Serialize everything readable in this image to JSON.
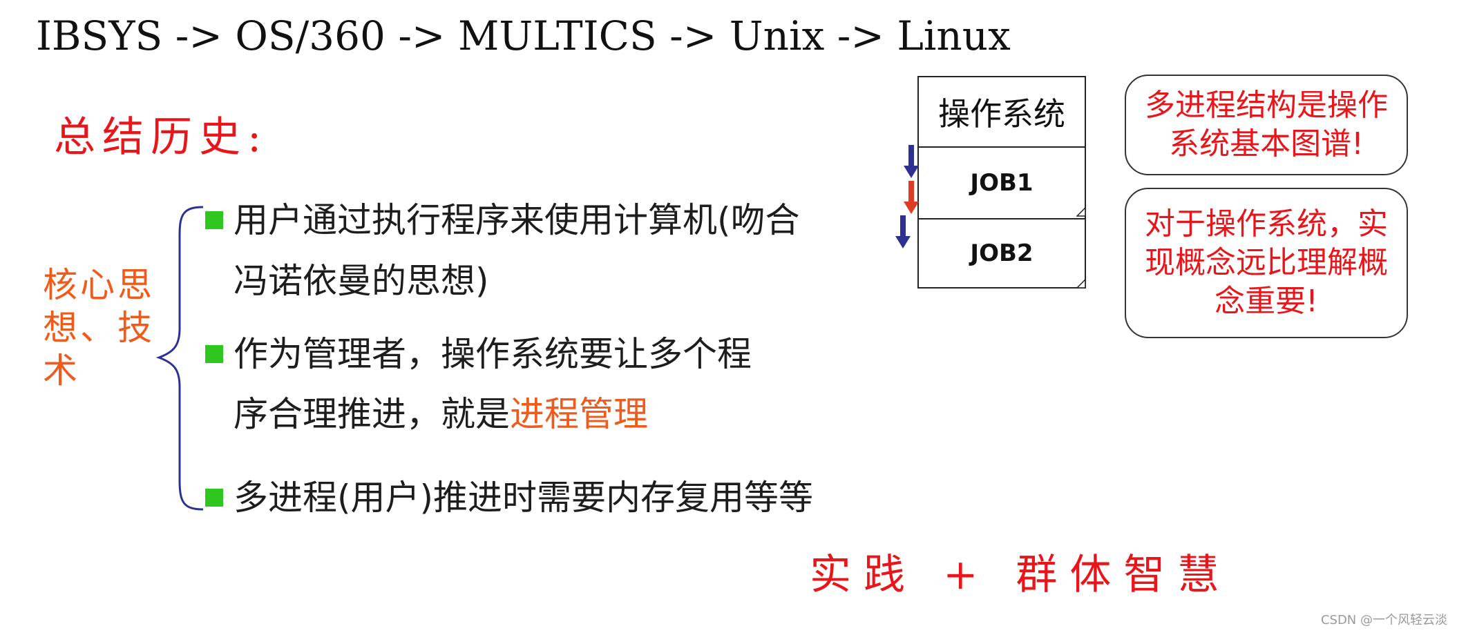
{
  "title": "IBSYS -> OS/360 -> MULTICS -> Unix -> Linux",
  "summary_title": "总结历史:",
  "core": {
    "label": "核心思想、技术"
  },
  "bullets": [
    {
      "line1": "用户通过执行程序来使用计算机(吻合",
      "line2": "冯诺依曼的思想)"
    },
    {
      "line1": "作为管理者，操作系统要让多个程",
      "line2_prefix": "序合理推进，就是",
      "line2_highlight": "进程管理"
    },
    {
      "line1": "多进程(用户)推进时需要内存复用等等"
    }
  ],
  "practice": "实践 + 群体智慧",
  "stack": {
    "os": "操作系统",
    "job1": "JOB1",
    "job2": "JOB2"
  },
  "notes": [
    "多进程结构是操作系统基本图谱!",
    "对于操作系统，实现概念远比理解概念重要!"
  ],
  "watermark": "CSDN @一个风轻云淡",
  "colors": {
    "red": "#e8151b",
    "orange": "#f05a1a",
    "green": "#2fc71f",
    "arrow_blue": "#2e3192",
    "arrow_red": "#e03b24"
  }
}
